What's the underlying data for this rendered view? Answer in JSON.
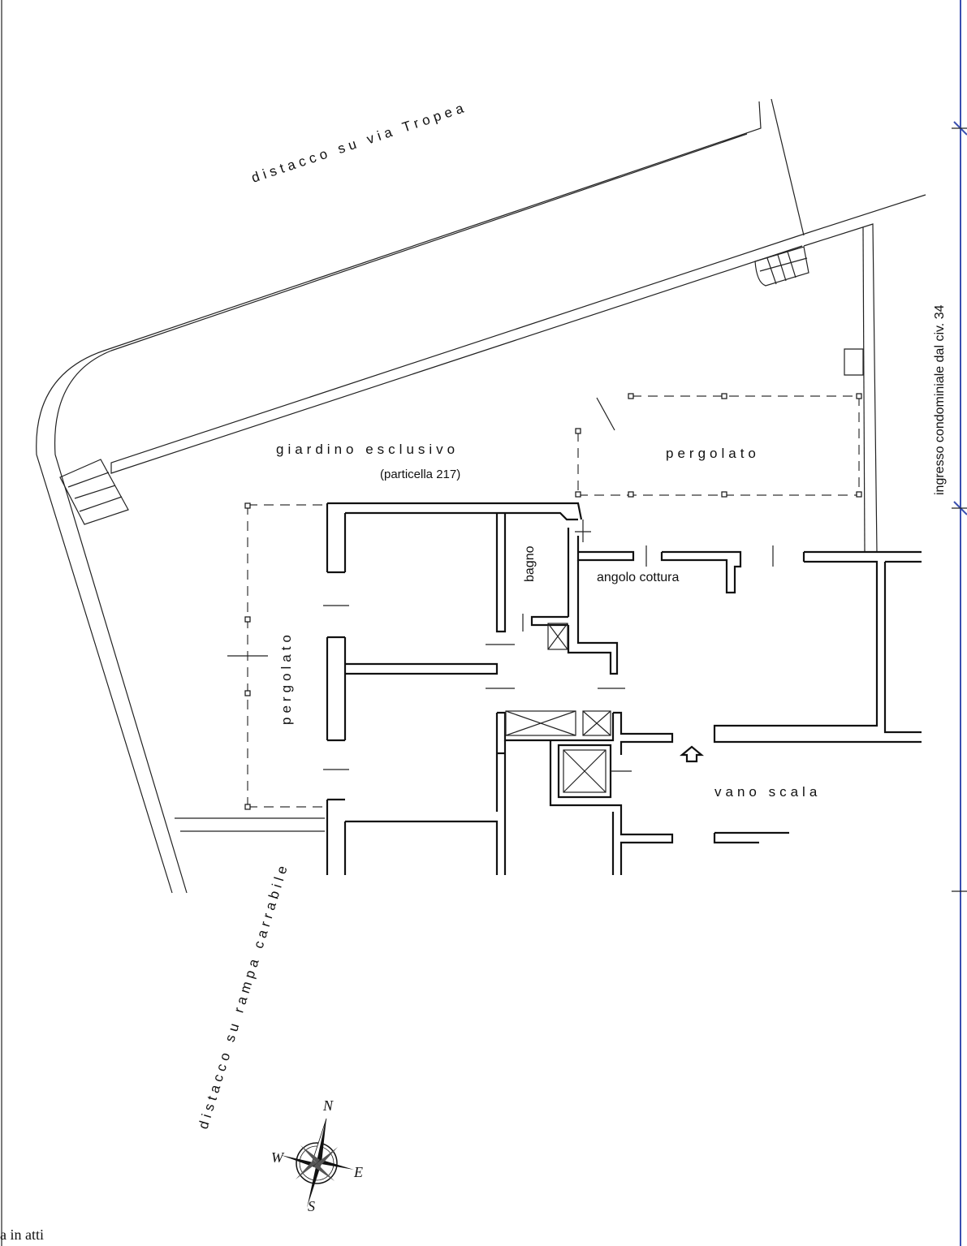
{
  "labels": {
    "top_street": "distacco su via Tropea",
    "left_street": "distacco su rampa carrabile",
    "garden": "giardino esclusivo",
    "garden_parcel": "(particella 217)",
    "pergola_top": "pergolato",
    "pergola_left": "pergolato",
    "bathroom": "bagno",
    "kitchen": "angolo cottura",
    "stairwell": "vano scala",
    "entrance": "ingresso condominiale dal civ. 34"
  },
  "compass": {
    "north": "N",
    "south": "S",
    "east": "E",
    "west": "W"
  },
  "footer": {
    "text": "a in atti"
  },
  "colors": {
    "line": "#111111",
    "dimension": "#3a4fb0",
    "background": "#ffffff"
  }
}
